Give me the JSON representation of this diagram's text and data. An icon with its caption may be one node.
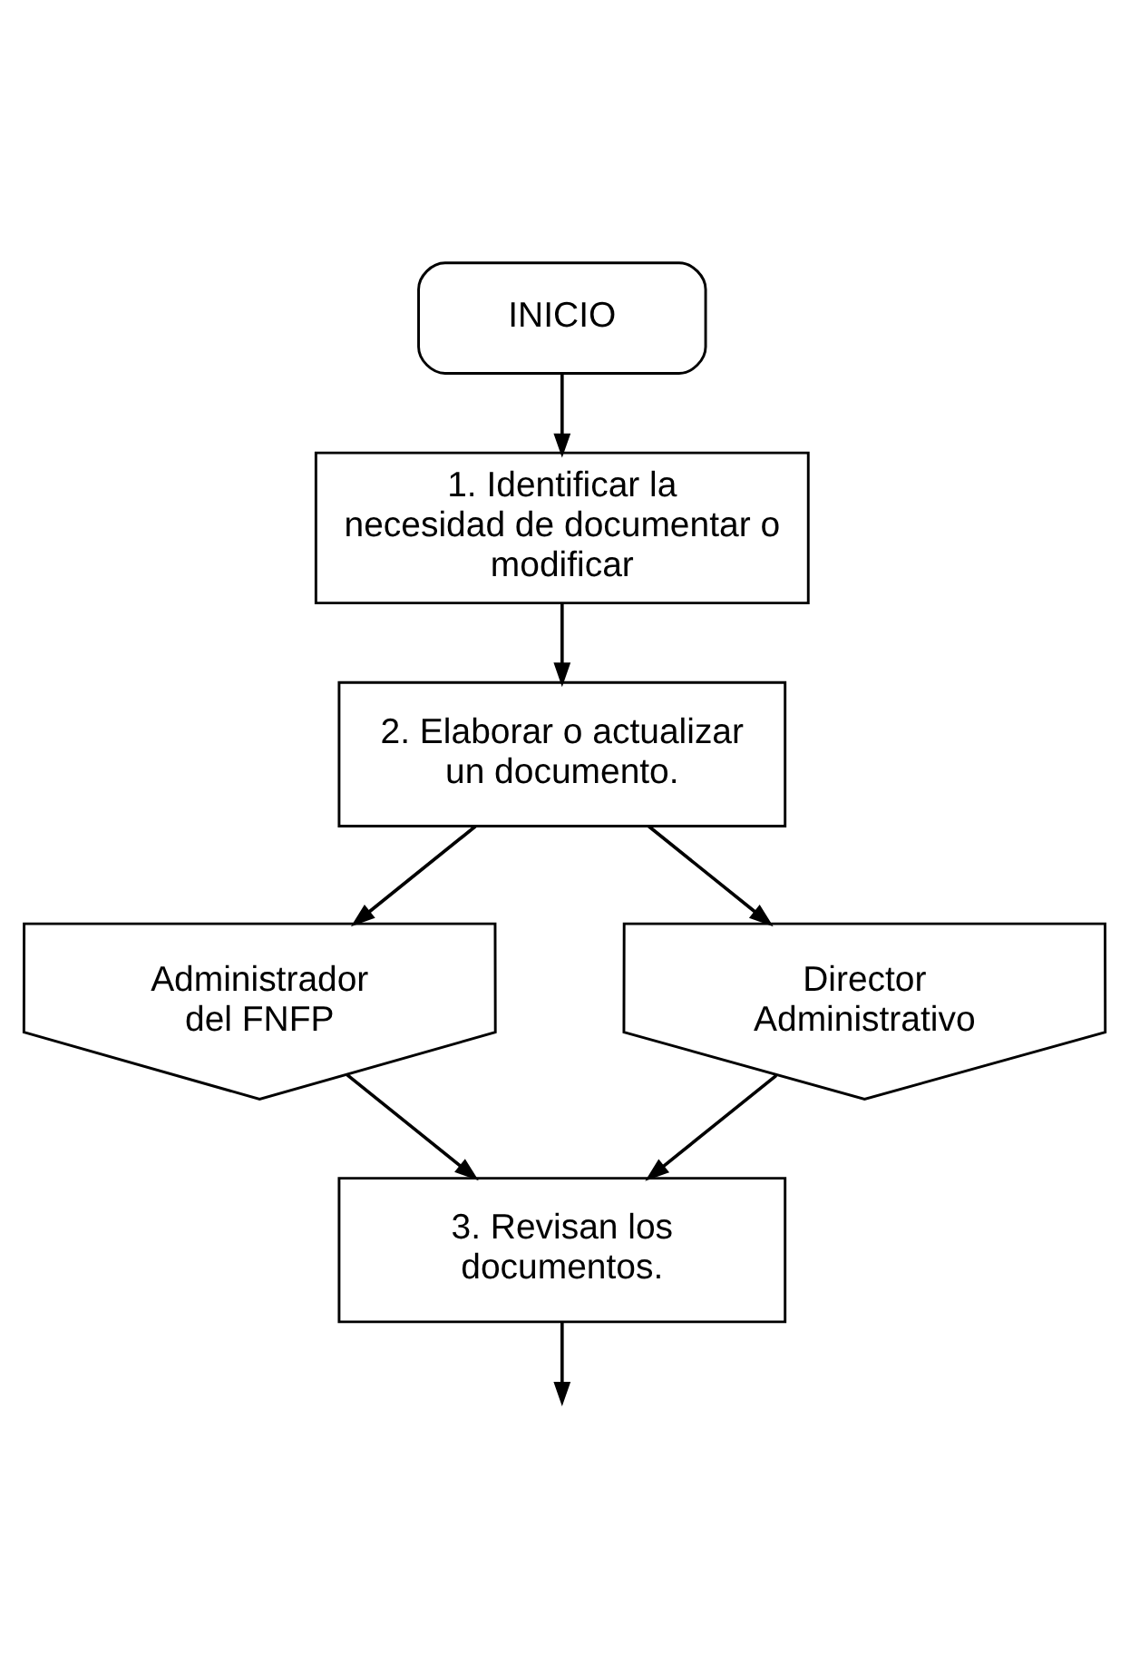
{
  "diagram": {
    "nodes": [
      {
        "text": [
          "INICIO"
        ]
      },
      {
        "text": [
          "1. Identificar la necesidad de documentar o modificar"
        ]
      },
      {
        "text": [
          "2. Elaborar o actualizar un documento."
        ]
      },
      {
        "text": [
          "Administrador del FNFP"
        ]
      },
      {
        "text": [
          "Director Administrativo"
        ]
      },
      {
        "text": [
          "3. Revisan los documentos."
        ]
      }
    ],
    "edges": [
      {
        "from": 0,
        "to": 1,
        "arrow": "to"
      },
      {
        "from": 1,
        "to": 2,
        "arrow": "to"
      },
      {
        "from": 2,
        "to": 3,
        "arrow": "to"
      },
      {
        "from": 2,
        "to": 4,
        "arrow": "to"
      },
      {
        "from": 3,
        "to": 5,
        "arrow": "to"
      },
      {
        "from": 4,
        "to": 5,
        "arrow": "to"
      },
      {
        "from": 5,
        "to": null,
        "arrow": "to"
      }
    ]
  }
}
